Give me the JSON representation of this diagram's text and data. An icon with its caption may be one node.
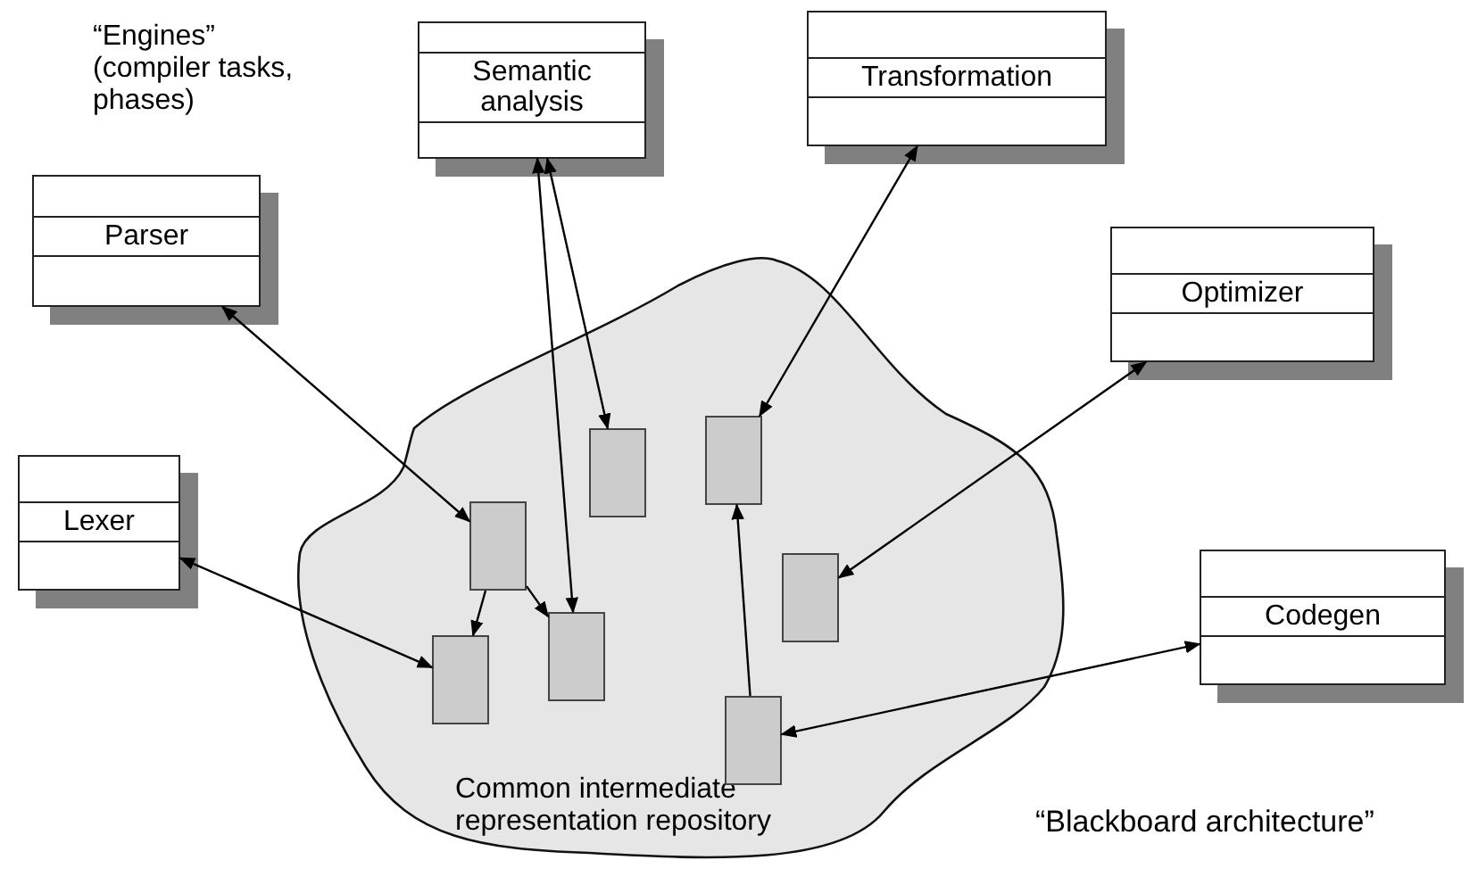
{
  "diagram": {
    "nodes": [
      {
        "text": [
          "Parser"
        ]
      },
      {
        "text": [
          "Semantic analysis"
        ]
      },
      {
        "text": [
          "Transformation"
        ]
      },
      {
        "text": [
          "Optimizer"
        ]
      },
      {
        "text": [
          "Lexer"
        ]
      },
      {
        "text": [
          "Codegen"
        ]
      },
      {
        "text": [
          "Common intermediate representation repository"
        ]
      },
      {
        "text": [],
        "shape": "box",
        "in": 6
      },
      {
        "text": [],
        "shape": "box",
        "in": 6
      },
      {
        "text": [],
        "shape": "box",
        "in": 6
      },
      {
        "text": [],
        "shape": "box",
        "in": 6
      },
      {
        "text": [],
        "shape": "box",
        "in": 6
      },
      {
        "text": [],
        "shape": "box",
        "in": 6
      },
      {
        "text": [],
        "shape": "box",
        "in": 6
      }
    ],
    "edges": [
      {
        "from": 0,
        "to": 7,
        "arrow": "both"
      },
      {
        "from": 1,
        "to": 8,
        "arrow": "both"
      },
      {
        "from": 1,
        "to": 11,
        "arrow": "both"
      },
      {
        "from": 7,
        "to": 10,
        "arrow": "to"
      },
      {
        "from": 7,
        "to": 11,
        "arrow": "to"
      },
      {
        "from": 4,
        "to": 10,
        "arrow": "both"
      },
      {
        "from": 2,
        "to": 9,
        "arrow": "both"
      },
      {
        "from": 3,
        "to": 12,
        "arrow": "both"
      },
      {
        "from": 13,
        "to": 9,
        "arrow": "to"
      },
      {
        "from": 13,
        "to": 5,
        "arrow": "both"
      }
    ],
    "labels": [
      "“Engines” (compiler tasks, phases)",
      "“Blackboard architecture”"
    ]
  }
}
